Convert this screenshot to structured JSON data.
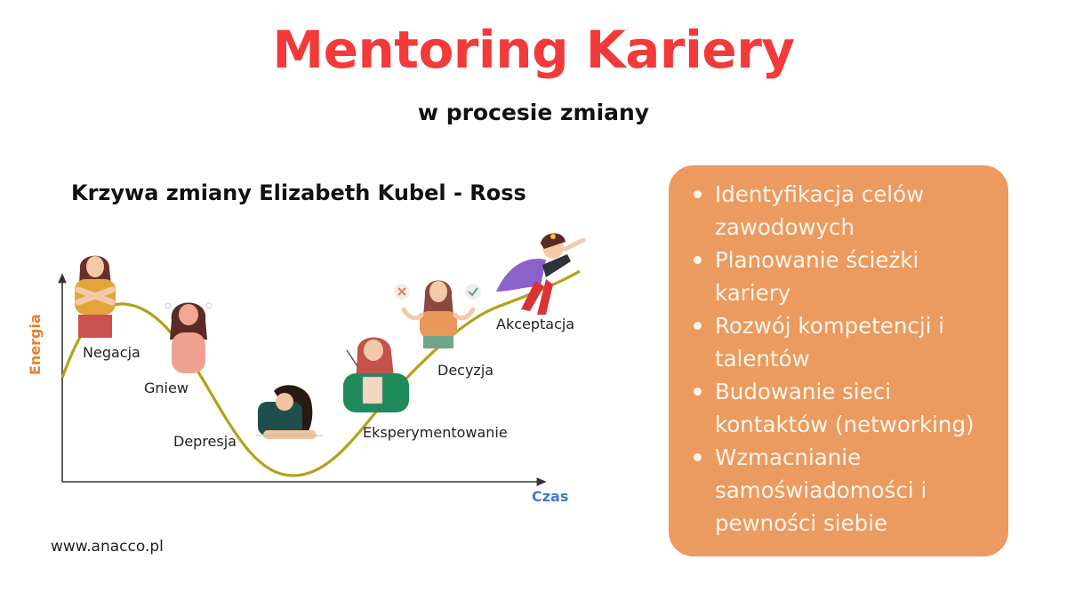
{
  "header": {
    "title": "Mentoring Kariery",
    "subtitle": "w procesie zmiany"
  },
  "diagram": {
    "title": "Krzywa zmiany Elizabeth Kubel - Ross",
    "y_axis_label": "Energia",
    "x_axis_label": "Czas",
    "stages": [
      {
        "label": "Negacja",
        "figure": "woman-arms-crossed-icon"
      },
      {
        "label": "Gniew",
        "figure": "angry-woman-icon"
      },
      {
        "label": "Depresja",
        "figure": "sad-woman-head-in-hand-icon"
      },
      {
        "label": "Eksperymentowanie",
        "figure": "thinking-woman-notepad-icon"
      },
      {
        "label": "Decyzja",
        "figure": "deciding-woman-x-check-icon"
      },
      {
        "label": "Akceptacja",
        "figure": "flying-superhero-girl-icon"
      }
    ],
    "colors": {
      "curve": "#b5a01a",
      "axis": "#333333",
      "y_label": "#e8812f",
      "x_label": "#3d7ad6"
    }
  },
  "benefits_panel": {
    "background": "#eb9a60",
    "items": [
      {
        "text": "Identyfikacja celów zawodowych"
      },
      {
        "text": "Planowanie ścieżki kariery"
      },
      {
        "text": "Rozwój kompetencji i talentów"
      },
      {
        "text": "Budowanie sieci kontaktów (networking)"
      },
      {
        "text": "Wzmacnianie samoświadomości i pewności siebie"
      }
    ]
  },
  "footer": {
    "website": "www.anacco.pl"
  },
  "colors": {
    "title": "#f23a3a"
  }
}
